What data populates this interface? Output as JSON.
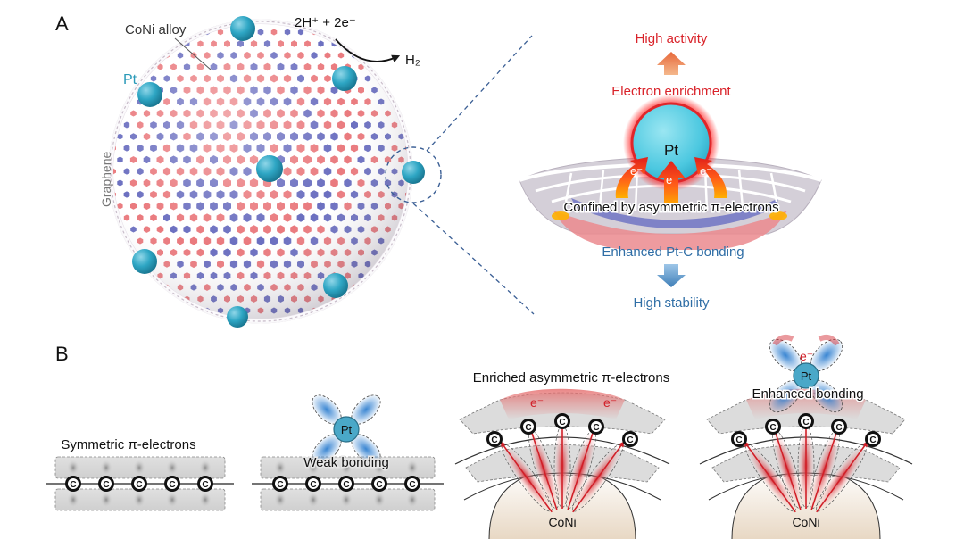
{
  "panel_a": {
    "label": "A",
    "alloy_label": "CoNi alloy",
    "pt_label": "Pt",
    "graphene_label": "Graphene",
    "reaction_left": "2H⁺ + 2e⁻",
    "reaction_right": "H₂"
  },
  "inset": {
    "high_activity": "High activity",
    "electron_enrichment": "Electron enrichment",
    "pt_label": "Pt",
    "electron_symbol": "e⁻",
    "confined_text": "Confined by asymmetric π-electrons",
    "enhanced_bonding": "Enhanced Pt-C bonding",
    "high_stability": "High stability"
  },
  "panel_b": {
    "label": "B",
    "carbon_symbol": "C",
    "pt_label": "Pt",
    "electron_symbol": "e⁻",
    "sub1_title": "Symmetric π-electrons",
    "sub2_label": "Weak bonding",
    "sub3_title": "Enriched asymmetric π-electrons",
    "sub3_alloy": "CoNi",
    "sub4_label": "Enhanced bonding",
    "sub4_alloy": "CoNi"
  },
  "colors": {
    "pt_teal": "#2a9ab8",
    "alloy_red": "#ea7a7e",
    "alloy_blue": "#6b6fc0",
    "activity_red": "#d9232a",
    "stability_blue": "#2f6ea6",
    "orbital_blue": "#4f8fd0",
    "orbital_red": "#d8333d"
  }
}
